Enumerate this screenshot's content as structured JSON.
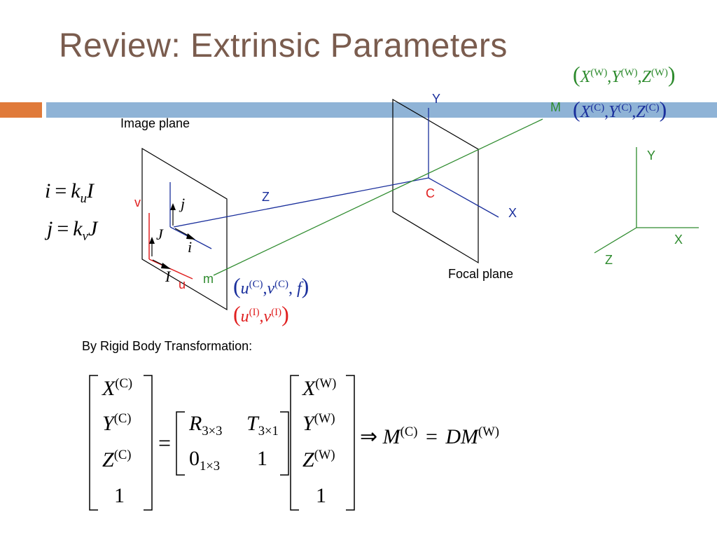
{
  "slide": {
    "title": "Review: Extrinsic Parameters",
    "header_bar_color": "#8fb3d6",
    "accent_block_color": "#e07a3a"
  },
  "labels": {
    "image_plane": "Image plane",
    "focal_plane": "Focal plane",
    "rigid_body": "By Rigid Body Transformation:",
    "v": "v",
    "u": "u",
    "m": "m",
    "M": "M",
    "cam_Y": "Y",
    "cam_X": "X",
    "cam_Z": "Z",
    "cam_C": "C",
    "world_Y": "Y",
    "world_X": "X",
    "world_Z": "Z",
    "img_j": "j",
    "img_i": "i",
    "img_J": "J",
    "img_I": "I"
  },
  "equations": {
    "i_eq": {
      "lhs": "i",
      "eq": "=",
      "k": "k",
      "sub": "u",
      "var": "I"
    },
    "j_eq": {
      "lhs": "j",
      "eq": "=",
      "k": "k",
      "sub": "v",
      "var": "J"
    },
    "world_coords": {
      "a": "X",
      "b": "Y",
      "c": "Z",
      "sup": "(W)"
    },
    "cam_coords": {
      "a": "X",
      "b": "Y",
      "c": "Z",
      "sup": "(C)"
    },
    "uvf": {
      "a": "u",
      "b": "v",
      "c": "f",
      "sup": "(C)"
    },
    "uvI": {
      "a": "u",
      "b": "v",
      "sup": "(I)"
    },
    "matrix": {
      "lhs": [
        [
          "X",
          "(C)"
        ],
        [
          "Y",
          "(C)"
        ],
        [
          "Z",
          "(C)"
        ],
        [
          "1",
          ""
        ]
      ],
      "eq": "=",
      "transform": [
        [
          "R",
          "3×3"
        ],
        [
          "T",
          "3×1"
        ],
        [
          "0",
          "1×3"
        ],
        [
          "1",
          ""
        ]
      ],
      "rhs": [
        [
          "X",
          "(W)"
        ],
        [
          "Y",
          "(W)"
        ],
        [
          "Z",
          "(W)"
        ],
        [
          "1",
          ""
        ]
      ],
      "implies": "⇒",
      "result_lhs": "M",
      "result_lhs_sup": "(C)",
      "result_eq": "=",
      "result_rhs": "DM",
      "result_rhs_sup": "(W)"
    }
  },
  "colors": {
    "blue": "#1a2f9c",
    "red": "#e02020",
    "green": "#2e8b2e",
    "title": "#7a5c4e"
  }
}
